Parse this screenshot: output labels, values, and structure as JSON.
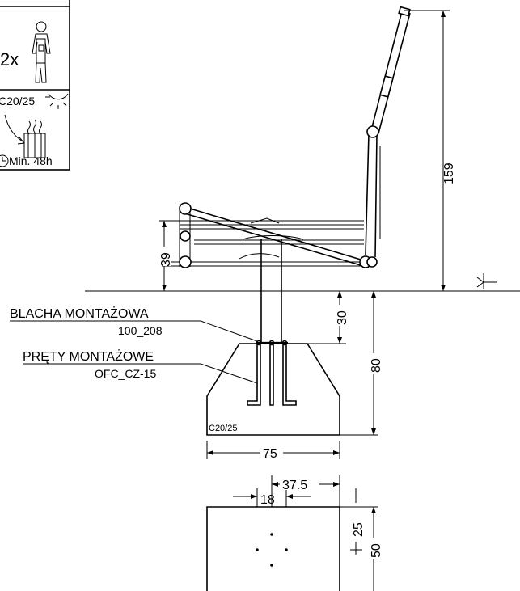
{
  "info_panel": {
    "installers": "2x",
    "concrete_class": "C20/25",
    "cure_time": "Min. 48h",
    "icons": [
      "worker-icon",
      "sun-icon",
      "concrete-pour-icon",
      "clock-icon"
    ]
  },
  "labels": {
    "plate_title": "BLACHA MONTAŻOWA",
    "plate_code": "100_208",
    "bars_title": "PRĘTY MONTAŻOWE",
    "bars_code": "OFC_CZ-15",
    "footing_concrete": "C20/25"
  },
  "dimensions": {
    "total_height": "159",
    "seat_height": "39",
    "embed_depth": "30",
    "footing_depth": "80",
    "footing_width": "75",
    "bolt_offset": "37.5",
    "bolt_spacing": "18",
    "plan_offset": "25",
    "plan_depth": "50"
  },
  "ground_symbol": "ground-level-icon"
}
